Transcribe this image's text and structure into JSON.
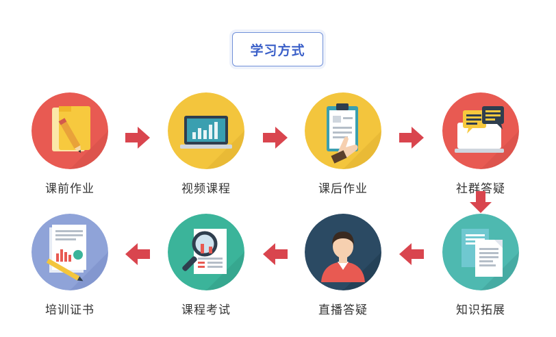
{
  "title": "学习方式",
  "steps": [
    {
      "label": "课前作业",
      "icon": "folder-pencil-icon",
      "color": "#e85a52"
    },
    {
      "label": "视频课程",
      "icon": "laptop-chart-icon",
      "color": "#f3c53d"
    },
    {
      "label": "课后作业",
      "icon": "clipboard-icon",
      "color": "#f3c53d"
    },
    {
      "label": "社群答疑",
      "icon": "chat-bubbles-icon",
      "color": "#e85a52"
    },
    {
      "label": "知识拓展",
      "icon": "documents-icon",
      "color": "#4eb9b0"
    },
    {
      "label": "直播答疑",
      "icon": "presenter-icon",
      "color": "#2b4a63"
    },
    {
      "label": "课程考试",
      "icon": "magnifier-document-icon",
      "color": "#3bb49a"
    },
    {
      "label": "培训证书",
      "icon": "report-pen-icon",
      "color": "#8fa3d8"
    }
  ],
  "arrow_color": "#d9454e"
}
